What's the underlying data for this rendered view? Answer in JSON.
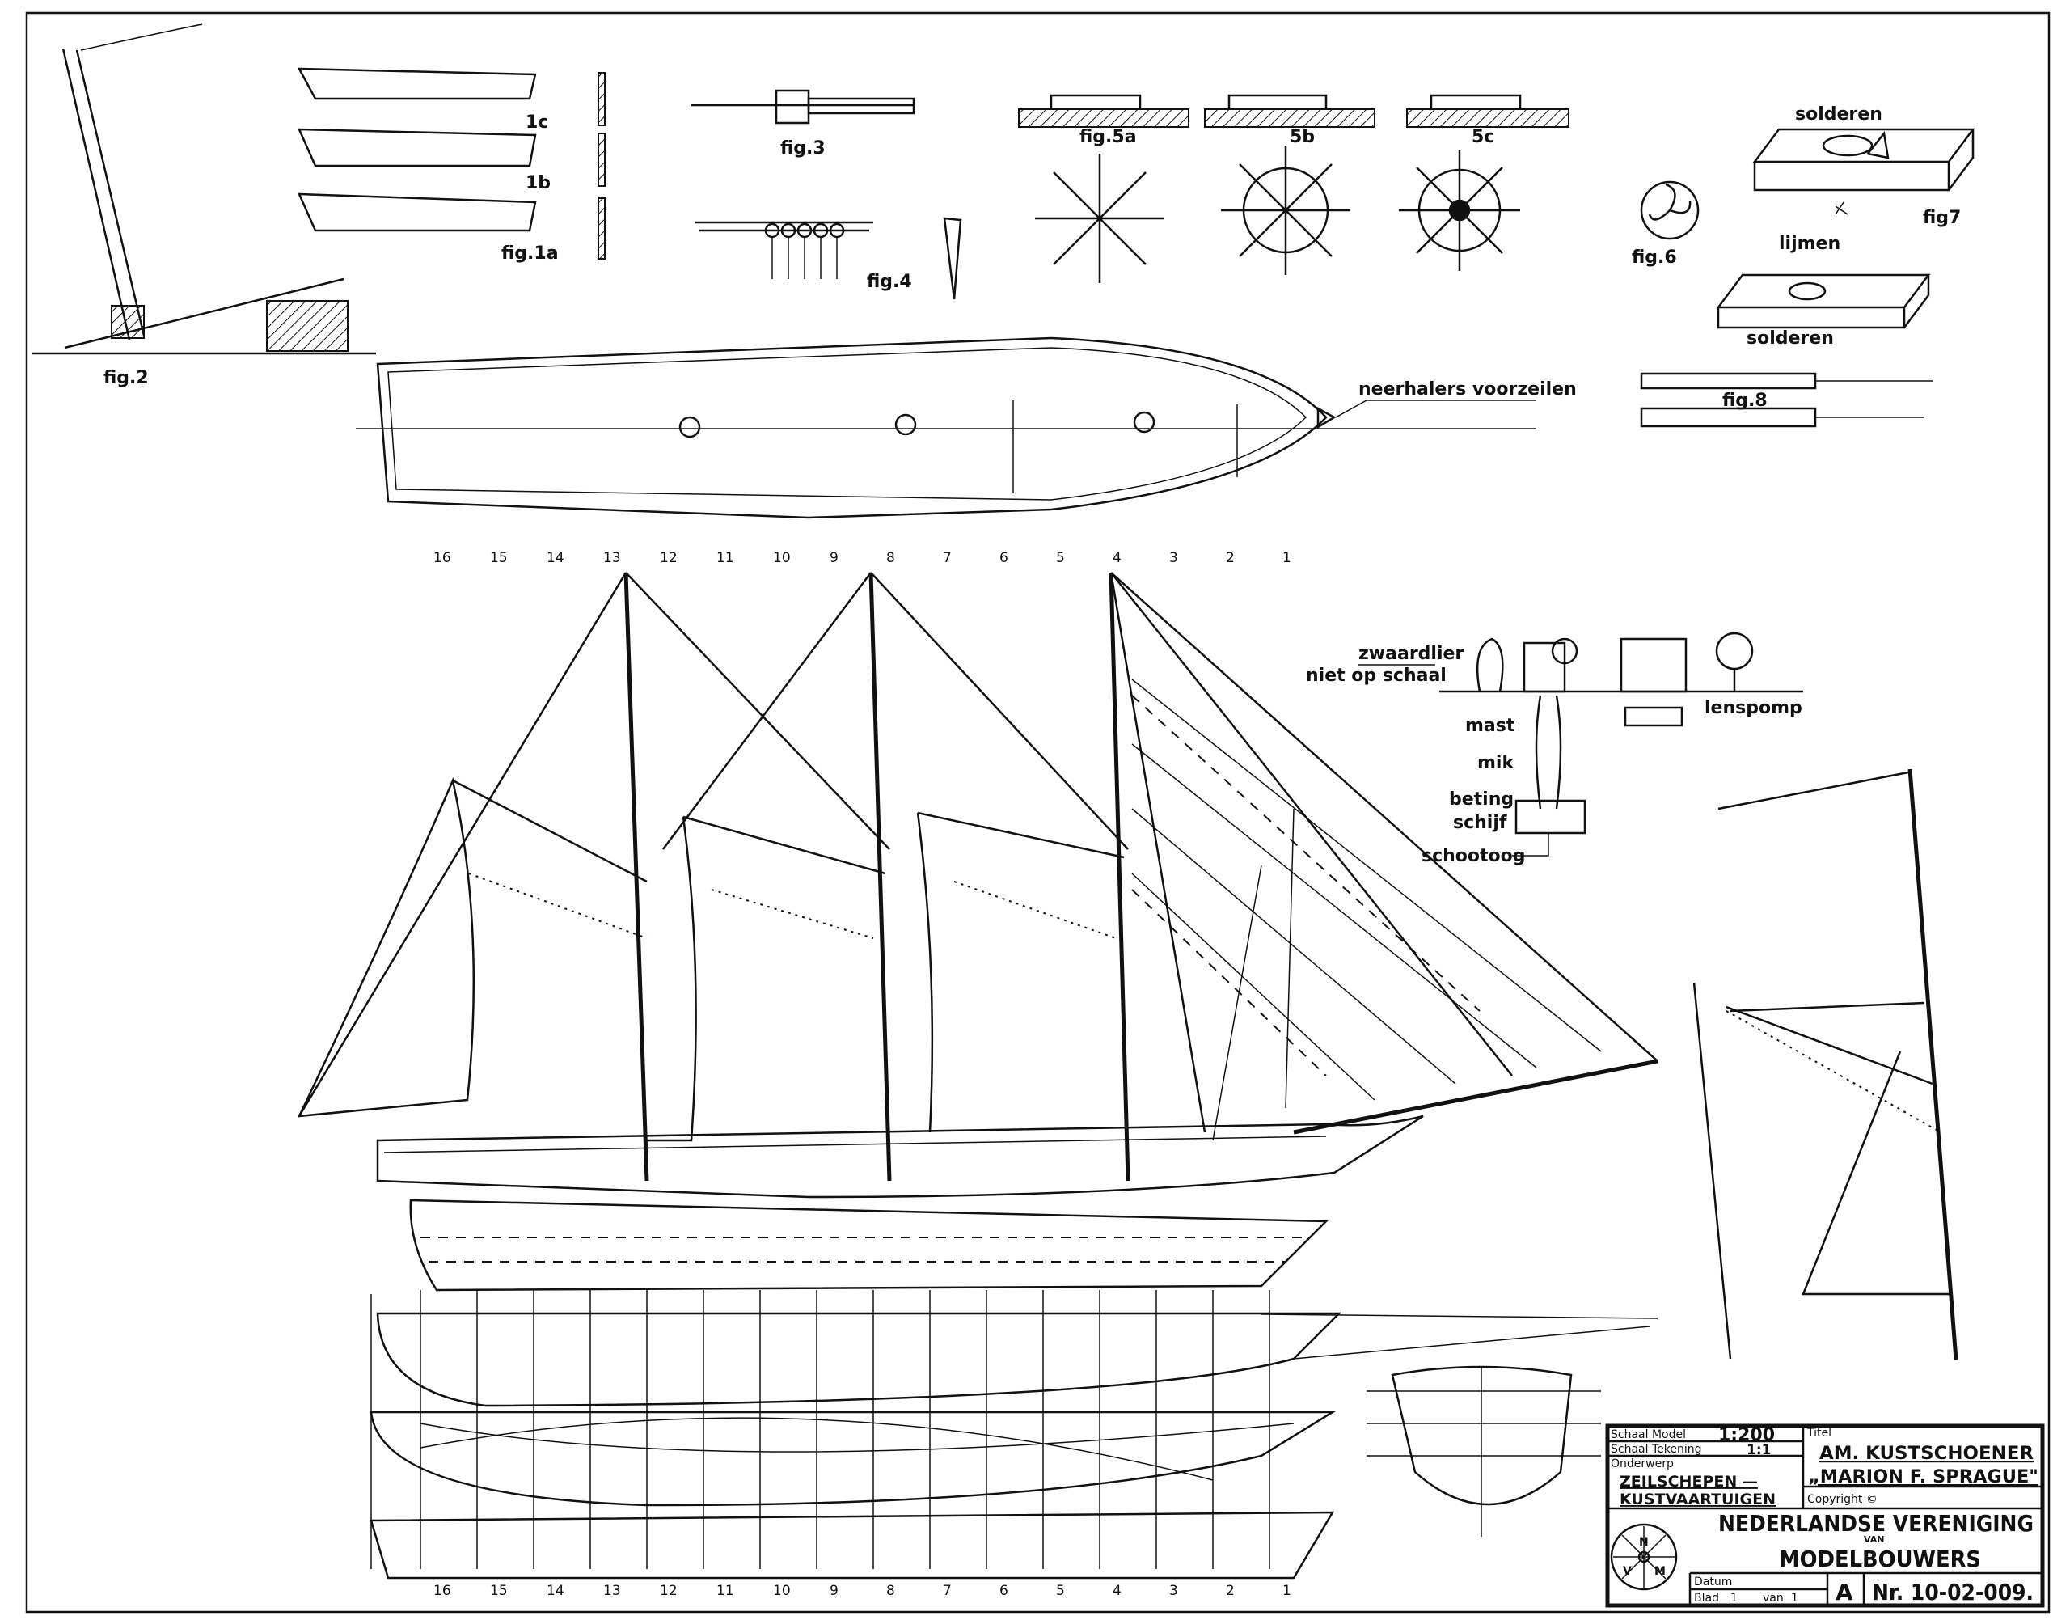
{
  "figures": {
    "fig1c": "1c",
    "fig1b": "1b",
    "fig1a": "fig.1a",
    "fig2": "fig.2",
    "fig3": "fig.3",
    "fig4": "fig.4",
    "fig5a": "fig.5a",
    "fig5b": "5b",
    "fig5c": "5c",
    "fig6": "fig.6",
    "fig7": "fig7",
    "fig8": "fig.8"
  },
  "annotations": {
    "solderen_top": "solderen",
    "lijmen": "lijmen",
    "solderen_bottom": "solderen",
    "neerhalers": "neerhalers voorzeilen",
    "zwaardlier": "zwaardlier",
    "niet_op_schaal": "niet op schaal",
    "lenspomp": "lenspomp",
    "mast": "mast",
    "mik": "mik",
    "beting": "beting",
    "schijf": "schijf",
    "schootoog": "schootoog"
  },
  "stations": [
    "16",
    "15",
    "14",
    "13",
    "12",
    "11",
    "10",
    "9",
    "8",
    "7",
    "6",
    "5",
    "4",
    "3",
    "2",
    "1"
  ],
  "title_block": {
    "schaal_model_label": "Schaal Model",
    "schaal_model": "1:200",
    "schaal_tekening_label": "Schaal Tekening",
    "schaal_tekening": "1:1",
    "onderwerp_label": "Onderwerp",
    "onderwerp_1": "ZEILSCHEPEN —",
    "onderwerp_2": "KUSTVAARTUIGEN",
    "titel_label": "Titel",
    "titel_1": "AM. KUSTSCHOENER",
    "titel_2": "„MARION F. SPRAGUE\"",
    "copyright": "Copyright ©",
    "org_1": "NEDERLANDSE VERENIGING",
    "org_van": "VAN",
    "org_2": "MODELBOUWERS",
    "datum_label": "Datum",
    "blad_label": "Blad",
    "blad": "1",
    "van_label": "van",
    "van": "1",
    "format": "A",
    "nummer": "Nr. 10-02-009.",
    "logo_letters": "NVM"
  }
}
